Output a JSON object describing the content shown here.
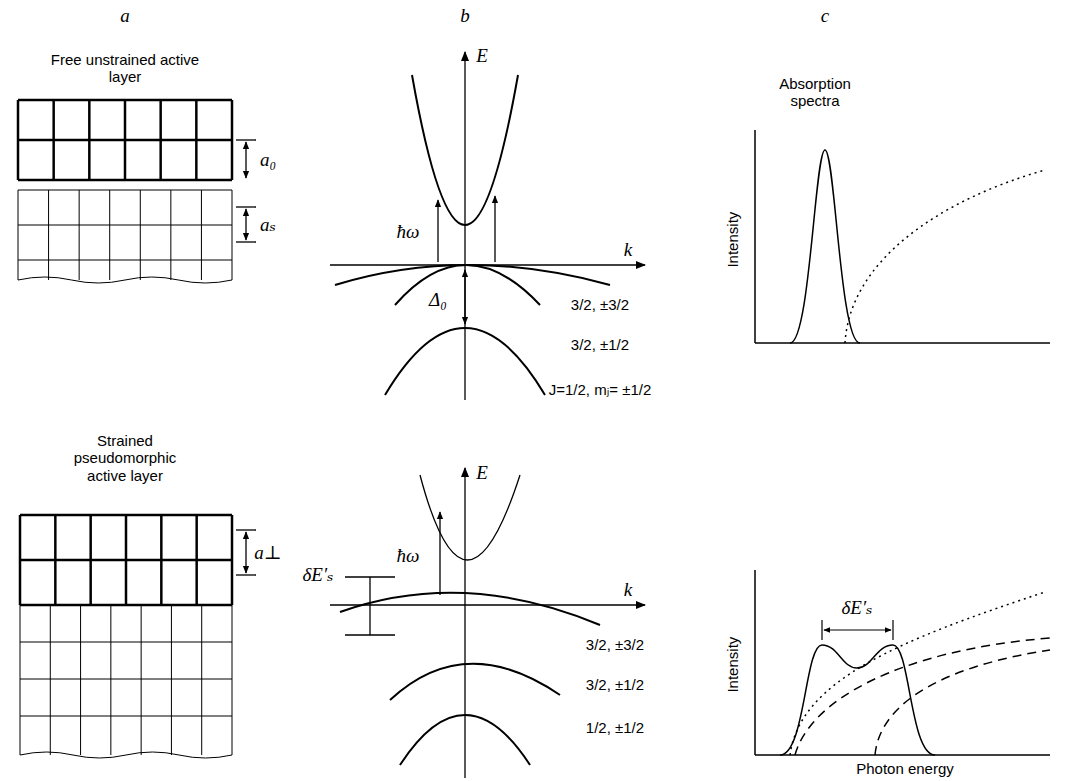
{
  "diagram": {
    "labels": [
      "a",
      "b",
      "c",
      "Free unstrained active layer",
      "a₀",
      "aₛ",
      "E",
      "ħω",
      "k",
      "Δ₀",
      "3/2, ±3/2",
      "3/2, ±1/2",
      "J=1/2, mⱼ= ±1/2",
      "Absorption spectra",
      "Intensity",
      "Strained pseudomorphic active layer",
      "a⊥",
      "E",
      "ħω",
      "k",
      "δE′ₛ",
      "3/2, ±3/2",
      "3/2, ±1/2",
      "1/2, ±1/2",
      "Intensity",
      "δE′ₛ",
      "Photon energy"
    ]
  }
}
